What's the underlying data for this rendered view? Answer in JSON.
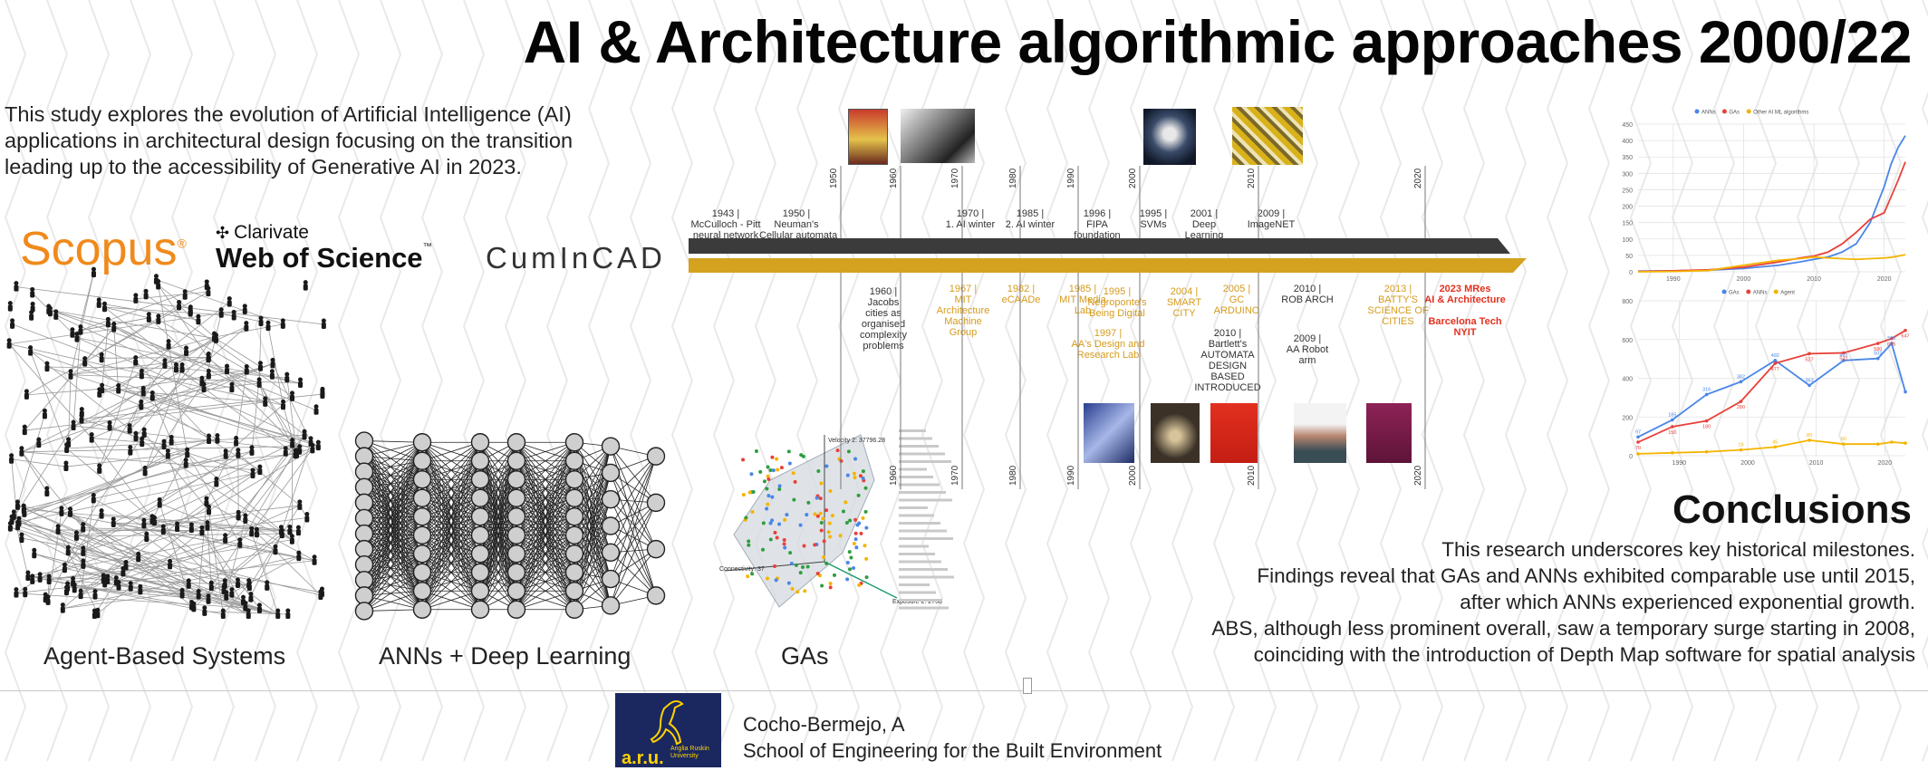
{
  "title": "AI & Architecture algorithmic approaches 2000/22",
  "intro": [
    "This study explores the evolution of Artificial Intelligence (AI)",
    "applications in architectural design  focusing on the transition",
    "leading up to the accessibility of Generative AI in 2023."
  ],
  "logos": {
    "scopus": "Scopus",
    "scopus_mark": "®",
    "clarivate": "Clarivate",
    "wos": "Web of Science",
    "wos_mark": "™",
    "cumincad": "CumInCAD"
  },
  "captions": {
    "abs": "Agent-Based Systems",
    "ann": "ANNs + Deep Learning",
    "ga": "GAs"
  },
  "timeline": {
    "decades_top": [
      "1950",
      "1960",
      "1970",
      "1980",
      "1990",
      "2000",
      "2010",
      "2020"
    ],
    "decades_bottom": [
      "1960",
      "1970",
      "1980",
      "1990",
      "2000",
      "2010",
      "2020"
    ],
    "above": [
      {
        "text": "1943 |\nMcCulloch - Pitt\nneural network"
      },
      {
        "text": "1950 |\nNeuman's\nCellular automata"
      },
      {
        "text": "1970 |\n1. AI winter"
      },
      {
        "text": "1985 |\n2. AI winter"
      },
      {
        "text": "1996 |\nFIPA\nfoundation"
      },
      {
        "text": "1995 |\nSVMs"
      },
      {
        "text": "2001 |\nDeep\nLearning"
      },
      {
        "text": "2009 |\nImageNET"
      }
    ],
    "below": [
      {
        "text": "1960 |\nJacobs\ncities as\norganised\ncomplexity\nproblems",
        "style": "dark"
      },
      {
        "text": "1967 |\nMIT\nArchitecture\nMachine\nGroup",
        "style": "gold"
      },
      {
        "text": "1982 |\neCAADe",
        "style": "gold"
      },
      {
        "text": "1985 |\nMIT Media\nLab",
        "style": "gold"
      },
      {
        "text": "1995 |\nNegroponte's\nBeing Digital",
        "style": "gold"
      },
      {
        "text": "1997 |\nAA's Design and\nResearch Lab",
        "style": "gold"
      },
      {
        "text": "2004 |\nSMART\nCITY",
        "style": "gold"
      },
      {
        "text": "2005 |\nGC\nARDUINO",
        "style": "gold"
      },
      {
        "text": "2010 |\nBartlett's\nAUTOMATA\nDESIGN\nBASED\nINTRODUCED",
        "style": "dark"
      },
      {
        "text": "2010 |\nROB ARCH",
        "style": "dark"
      },
      {
        "text": "2009 |\nAA Robot\narm",
        "style": "dark"
      },
      {
        "text": "2013 |\nBATTY'S\nSCIENCE OF\nCITIES",
        "style": "gold"
      },
      {
        "text": "2023 MRes\nAI & Architecture\n\nBarcelona Tech\nNYIT",
        "style": "red"
      }
    ]
  },
  "ga_plot_labels": {
    "y": "Velocity 2: 37796.28",
    "z": "Connectivity: 37",
    "x": "Exposure 2: 2736"
  },
  "chart_data": [
    {
      "type": "line",
      "legend": [
        "ANNs",
        "GAs",
        "Other AI ML algorithms"
      ],
      "colors": [
        "#4a86e8",
        "#e8413a",
        "#f4b400"
      ],
      "x_ticks": [
        "1990",
        "2000",
        "2010",
        "2020"
      ],
      "y_ticks": [
        "0",
        "50",
        "100",
        "150",
        "200",
        "250",
        "300",
        "350",
        "400",
        "450"
      ],
      "ylim": [
        0,
        450
      ],
      "xlim": [
        1985,
        2023
      ],
      "series": [
        {
          "name": "ANNs",
          "x": [
            1985,
            1990,
            1995,
            2000,
            2005,
            2008,
            2010,
            2012,
            2014,
            2016,
            2018,
            2020,
            2021,
            2022,
            2023
          ],
          "y": [
            2,
            3,
            5,
            10,
            20,
            30,
            38,
            45,
            60,
            85,
            150,
            260,
            330,
            380,
            415
          ]
        },
        {
          "name": "GAs",
          "x": [
            1985,
            1990,
            1995,
            2000,
            2005,
            2008,
            2010,
            2012,
            2014,
            2016,
            2018,
            2020,
            2021,
            2022,
            2023
          ],
          "y": [
            1,
            3,
            6,
            14,
            30,
            42,
            48,
            60,
            85,
            120,
            160,
            180,
            230,
            280,
            335
          ]
        },
        {
          "name": "Other AI ML algorithms",
          "x": [
            1985,
            1990,
            1995,
            2000,
            2005,
            2008,
            2010,
            2012,
            2014,
            2016,
            2018,
            2020,
            2021,
            2022,
            2023
          ],
          "y": [
            0,
            1,
            4,
            20,
            35,
            40,
            45,
            42,
            40,
            38,
            40,
            42,
            44,
            48,
            52
          ]
        }
      ]
    },
    {
      "type": "line",
      "legend": [
        "GAs",
        "ANNs",
        "Agent"
      ],
      "colors": [
        "#4a86e8",
        "#e8413a",
        "#f4b400"
      ],
      "x_ticks": [
        "1990",
        "2000",
        "2010",
        "2020"
      ],
      "y_ticks": [
        "0",
        "200",
        "400",
        "600",
        "800"
      ],
      "ylim": [
        0,
        800
      ],
      "xlim": [
        1984,
        2023
      ],
      "series": [
        {
          "name": "GAs",
          "x": [
            1984,
            1989,
            1994,
            1999,
            2004,
            2009,
            2014,
            2019,
            2021,
            2023
          ],
          "y": [
            97,
            185,
            316,
            382,
            492,
            363,
            492,
            502,
            580,
            330
          ]
        },
        {
          "name": "ANNs",
          "x": [
            1984,
            1989,
            1994,
            1999,
            2004,
            2009,
            2014,
            2019,
            2021,
            2023
          ],
          "y": [
            70,
            150,
            180,
            280,
            477,
            527,
            531,
            580,
            605,
            647
          ]
        },
        {
          "name": "Agent",
          "x": [
            1984,
            1989,
            1994,
            1999,
            2004,
            2009,
            2014,
            2019,
            2021,
            2023
          ],
          "y": [
            10,
            15,
            20,
            30,
            45,
            80,
            60,
            60,
            70,
            65
          ]
        }
      ],
      "labels_blue": [
        "97",
        "185",
        "316",
        "382",
        "492",
        "363",
        "492",
        "502",
        "580"
      ],
      "labels_red": [
        "70",
        "150",
        "180",
        "280",
        "477",
        "527",
        "531",
        "580",
        "605",
        "647"
      ],
      "labels_orange": [
        "19",
        "45",
        "80",
        "60"
      ]
    }
  ],
  "conclusions_title": "Conclusions",
  "conclusions": [
    "This research underscores key historical milestones.",
    "Findings reveal that GAs and ANNs exhibited comparable use until 2015,",
    "after which ANNs experienced exponential growth.",
    "ABS, although less prominent overall, saw a temporary surge starting in 2008,",
    "coinciding with the introduction of Depth Map software for spatial analysis"
  ],
  "footer": {
    "aru": "a.r.u.",
    "aru_sub": "Anglia Ruskin\nUniversity",
    "author": "Cocho-Bermejo, A",
    "school": "School of Engineering for the Built Environment"
  }
}
